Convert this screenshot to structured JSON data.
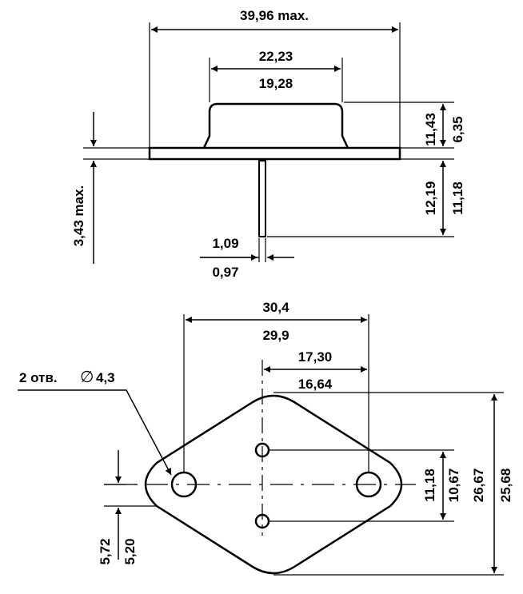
{
  "side_view": {
    "overall_width": "39,96 max.",
    "cap_outer": "22,23",
    "cap_inner": "19,28",
    "height_outer": "11,43",
    "height_inner": "6,35",
    "lead_len_outer": "12,19",
    "lead_len_inner": "11,18",
    "flange": "3,43 max.",
    "lead_d_outer": "1,09",
    "lead_d_inner": "0,97"
  },
  "top_view": {
    "hole_spacing_outer": "30,4",
    "hole_spacing_inner": "29,9",
    "pin_offset_outer": "17,30",
    "pin_offset_inner": "16,64",
    "holes_label": "2 отв.",
    "holes_diameter": "4,3",
    "pin_spacing_outer": "11,18",
    "pin_spacing_inner": "10,67",
    "height_outer": "26,67",
    "height_inner": "25,68",
    "radius_outer": "5,72",
    "radius_inner": "5,20"
  }
}
